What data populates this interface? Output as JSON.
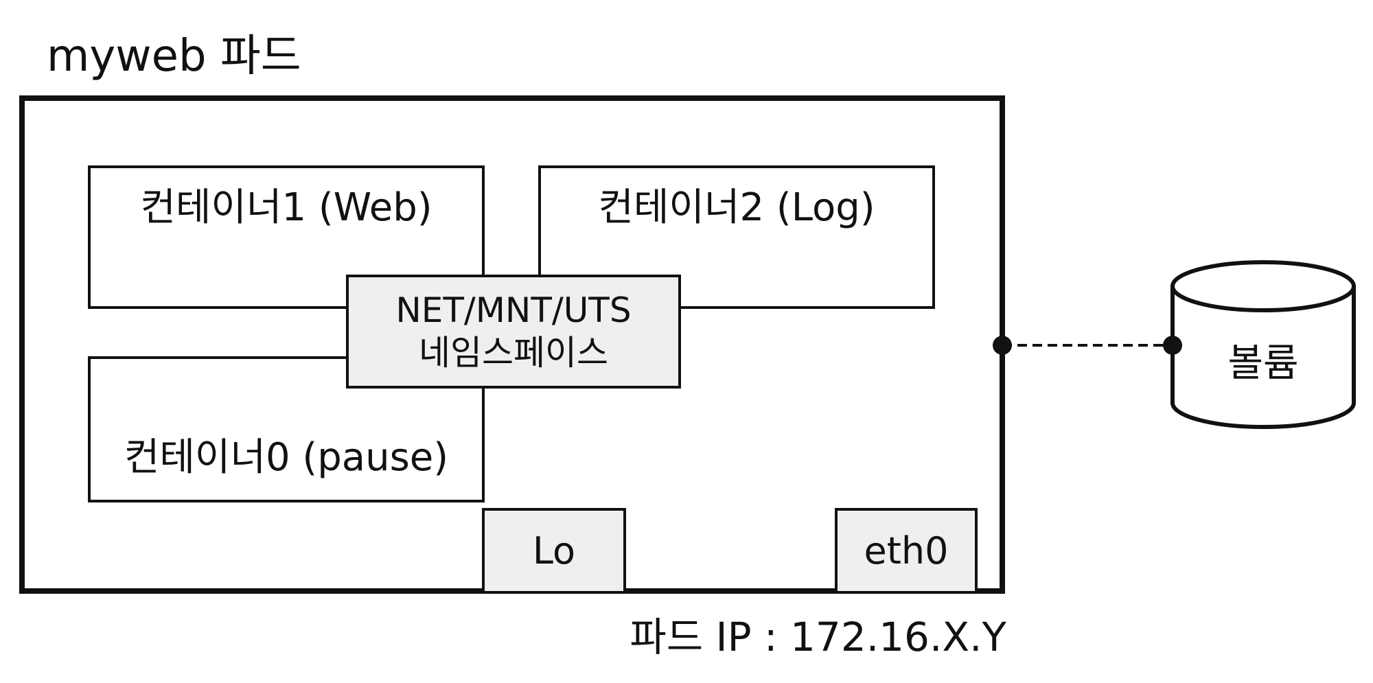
{
  "pod": {
    "title": "myweb 파드",
    "ip_label": "파드 IP : 172.16.X.Y"
  },
  "containers": [
    {
      "label": "컨테이너1 (Web)"
    },
    {
      "label": "컨테이너2 (Log)"
    },
    {
      "label": "컨테이너0 (pause)"
    }
  ],
  "namespace": {
    "line1": "NET/MNT/UTS",
    "line2": "네임스페이스"
  },
  "interfaces": {
    "lo": "Lo",
    "eth0": "eth0"
  },
  "volume": {
    "label": "볼륨"
  },
  "colors": {
    "stroke": "#111111",
    "fill_gray": "#efefef",
    "background": "#ffffff"
  }
}
